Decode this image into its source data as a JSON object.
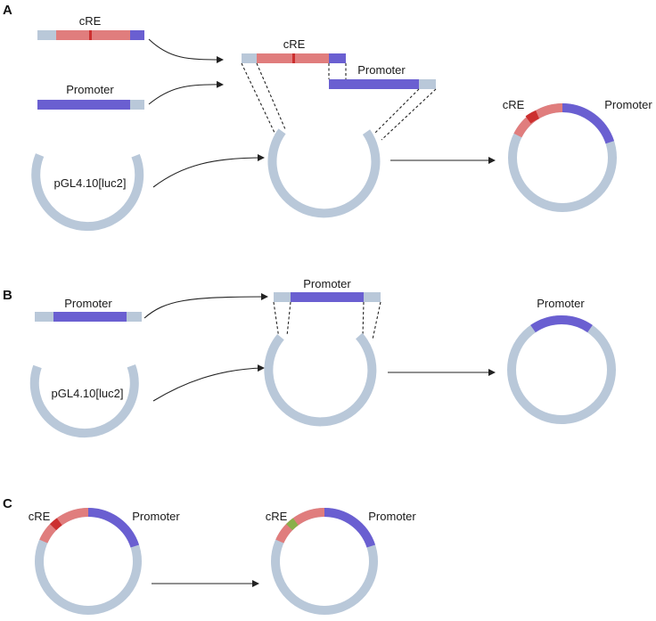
{
  "panels": {
    "a": {
      "label": "A",
      "cre": "cRE",
      "promoter": "Promoter",
      "plasmid": "pGL4.10[luc2]"
    },
    "b": {
      "label": "B",
      "promoter": "Promoter",
      "plasmid": "pGL4.10[luc2]"
    },
    "c": {
      "label": "C",
      "cre": "cRE",
      "promoter": "Promoter"
    }
  },
  "colors": {
    "backbone": "#b9c8d9",
    "cre": "#e07d7d",
    "cre_mark": "#cc2f2f",
    "promoter": "#6a5fd1",
    "variant_mark": "#8ab04a",
    "arrow": "#222222"
  }
}
